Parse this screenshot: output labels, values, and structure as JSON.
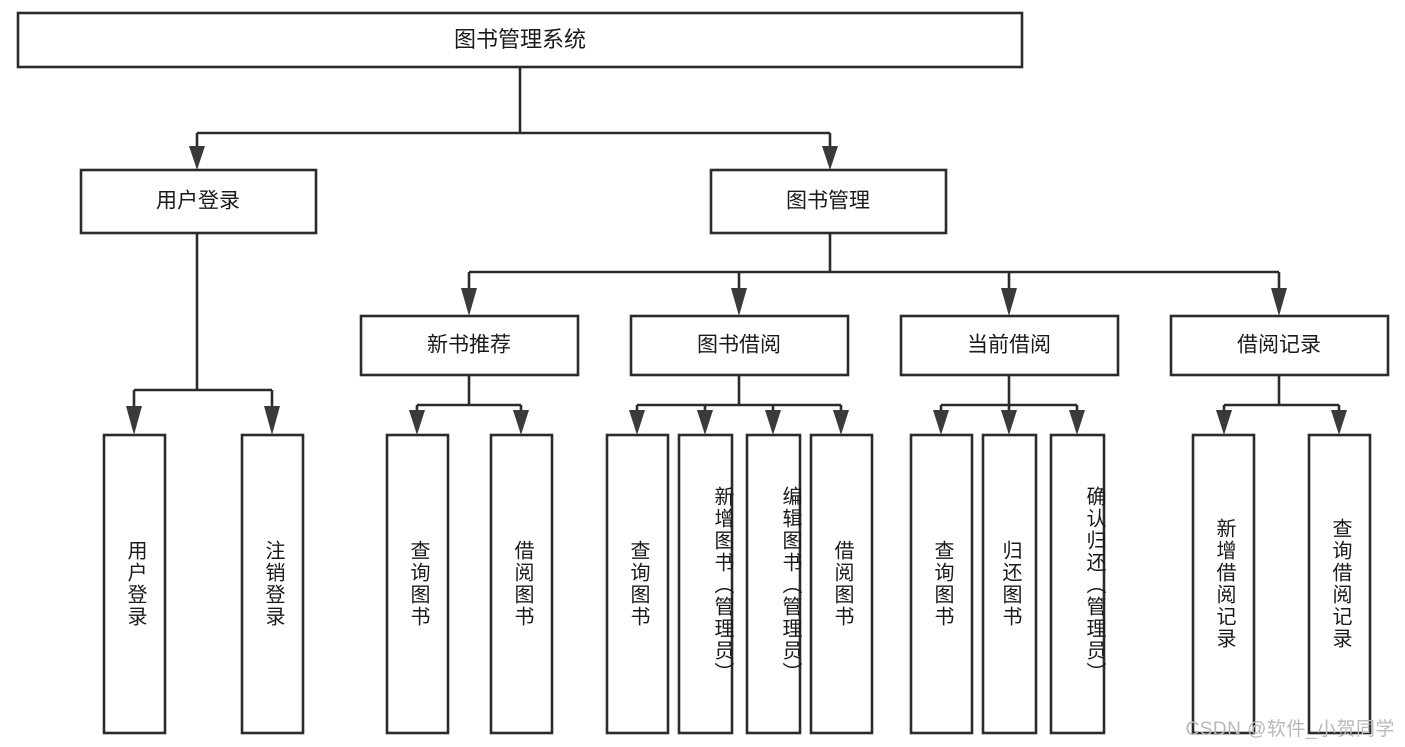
{
  "diagram": {
    "title": "图书管理系统",
    "type": "tree-hierarchy-chart",
    "colors": {
      "box_stroke": "#2b2b2b",
      "box_fill": "#ffffff",
      "connector": "#2b2b2b",
      "text": "#1a1a1a",
      "watermark": "#b9b9b9",
      "background": "#ffffff"
    },
    "root": {
      "label": "图书管理系统"
    },
    "level2": [
      {
        "label": "用户登录"
      },
      {
        "label": "图书管理"
      }
    ],
    "level3": [
      {
        "label": "新书推荐"
      },
      {
        "label": "图书借阅"
      },
      {
        "label": "当前借阅"
      },
      {
        "label": "借阅记录"
      }
    ],
    "leaves": [
      {
        "label": "用户登录",
        "parent": "用户登录"
      },
      {
        "label": "注销登录",
        "parent": "用户登录"
      },
      {
        "label": "查询图书",
        "parent": "新书推荐"
      },
      {
        "label": "借阅图书",
        "parent": "新书推荐"
      },
      {
        "label": "查询图书",
        "parent": "图书借阅"
      },
      {
        "label": "新增图书（管理员）",
        "parent": "图书借阅"
      },
      {
        "label": "编辑图书（管理员）",
        "parent": "图书借阅"
      },
      {
        "label": "借阅图书",
        "parent": "图书借阅"
      },
      {
        "label": "查询图书",
        "parent": "当前借阅"
      },
      {
        "label": "归还图书",
        "parent": "当前借阅"
      },
      {
        "label": "确认归还（管理员）",
        "parent": "当前借阅"
      },
      {
        "label": "新增借阅记录",
        "parent": "借阅记录"
      },
      {
        "label": "查询借阅记录",
        "parent": "借阅记录"
      }
    ]
  },
  "watermark": {
    "text": "CSDN @软件_小贺同学"
  }
}
